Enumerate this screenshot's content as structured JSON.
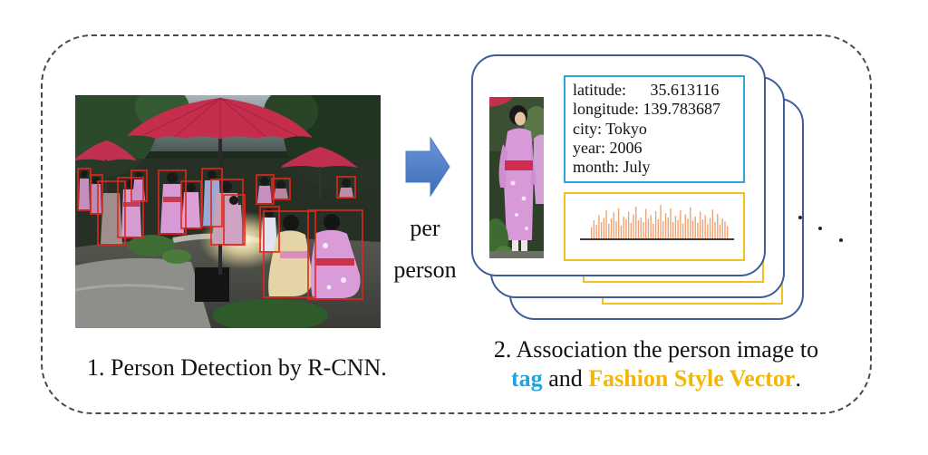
{
  "step1": {
    "caption": "1. Person Detection by R-CNN."
  },
  "arrow": {
    "icon": "right-arrow-icon",
    "label_line1": "per",
    "label_line2": "person"
  },
  "card": {
    "tags": [
      {
        "key": "latitude:",
        "value": "35.613116"
      },
      {
        "key": "longitude:",
        "value": "139.783687"
      },
      {
        "key": "city:",
        "value": "Tokyo"
      },
      {
        "key": "year:",
        "value": "2006"
      },
      {
        "key": "month:",
        "value": "July"
      }
    ]
  },
  "style_vector": {
    "bars": [
      0.35,
      0.55,
      0.42,
      0.7,
      0.5,
      0.62,
      0.85,
      0.45,
      0.6,
      0.78,
      0.52,
      0.9,
      0.4,
      0.66,
      0.58,
      0.8,
      0.48,
      0.72,
      0.95,
      0.55,
      0.63,
      0.5,
      0.88,
      0.6,
      0.7,
      0.45,
      0.82,
      0.58,
      1.0,
      0.52,
      0.76,
      0.64,
      0.9,
      0.5,
      0.68,
      0.56,
      0.84,
      0.46,
      0.72,
      0.6,
      0.92,
      0.54,
      0.66,
      0.48,
      0.8,
      0.58,
      0.7,
      0.44,
      0.62,
      0.86,
      0.5,
      0.74,
      0.42,
      0.6,
      0.52,
      0.38
    ]
  },
  "step2": {
    "line1": "2. Association the person image to",
    "tag_word": "tag",
    "and_word": "and",
    "vector_word": "Fashion Style Vector",
    "period": "."
  },
  "colors": {
    "card_border": "#3f5c9b",
    "tag_box_border": "#2ba6dd",
    "vector_box_border": "#f5c11e",
    "tag_word": "#1ea4df",
    "vector_word": "#f4b600",
    "arrow": "#4a7cc6",
    "detection_box": "#e4261c",
    "histogram_bar": "#f0a272",
    "histogram_axis": "#3c3c3c"
  }
}
